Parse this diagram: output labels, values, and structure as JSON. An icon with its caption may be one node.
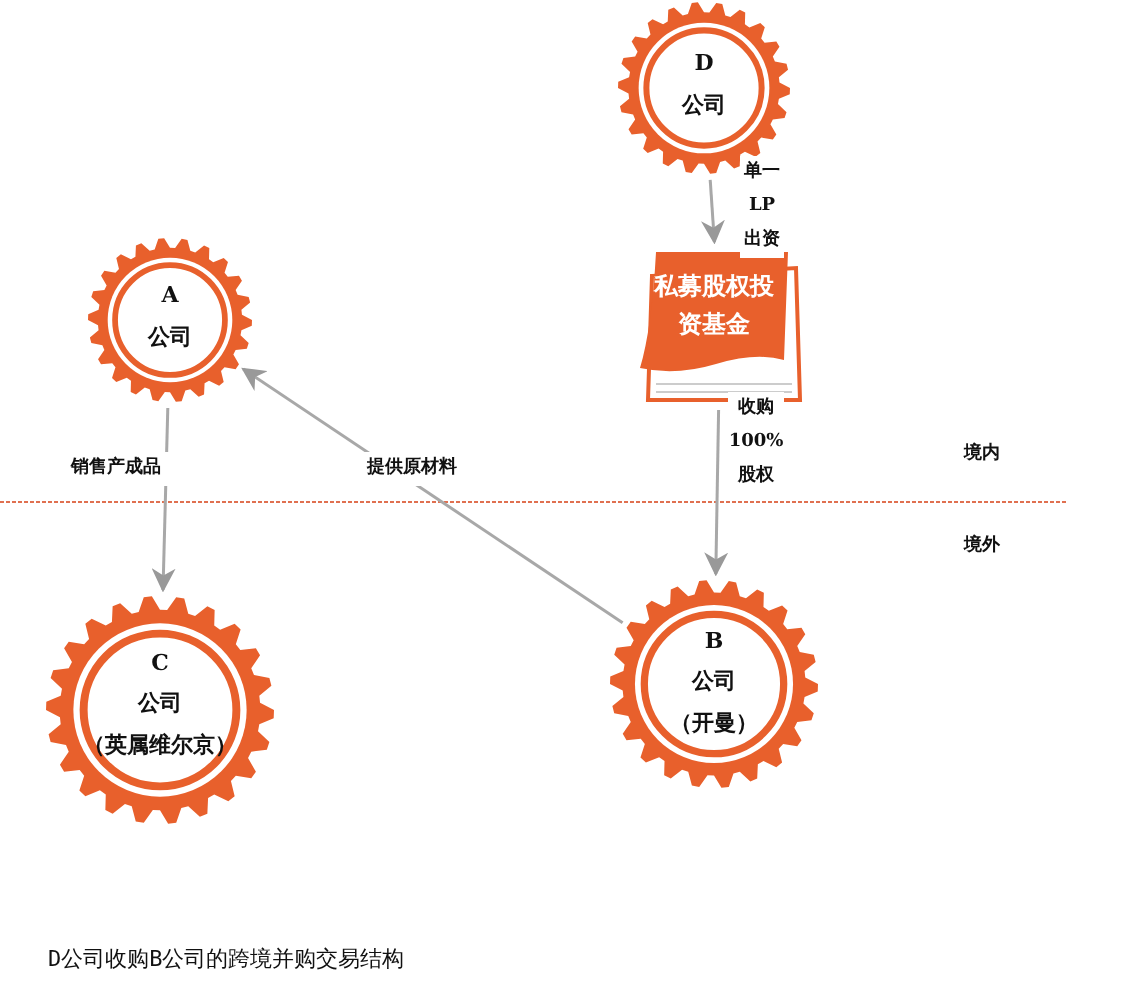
{
  "diagram": {
    "caption": "D公司收购B公司的跨境并购交易结构",
    "nodes": [
      {
        "text": [
          "D",
          "公司"
        ]
      },
      {
        "text": [
          "私募股权投资基金"
        ]
      },
      {
        "text": [
          "A",
          "公司"
        ]
      },
      {
        "text": [
          "C",
          "公司",
          "（英属维尔京）"
        ]
      },
      {
        "text": [
          "B",
          "公司",
          "（开曼）"
        ]
      }
    ],
    "edges": [
      {
        "from": 0,
        "to": 1,
        "arrow": "to",
        "label": "单一 LP 出资"
      },
      {
        "from": 1,
        "to": 4,
        "arrow": "to",
        "label": "收购 100% 股权"
      },
      {
        "from": 2,
        "to": 3,
        "arrow": "to",
        "label": "销售产成品"
      },
      {
        "from": 4,
        "to": 2,
        "arrow": "to",
        "label": "提供原材料"
      }
    ],
    "labels": [
      "境内",
      "境外"
    ]
  }
}
